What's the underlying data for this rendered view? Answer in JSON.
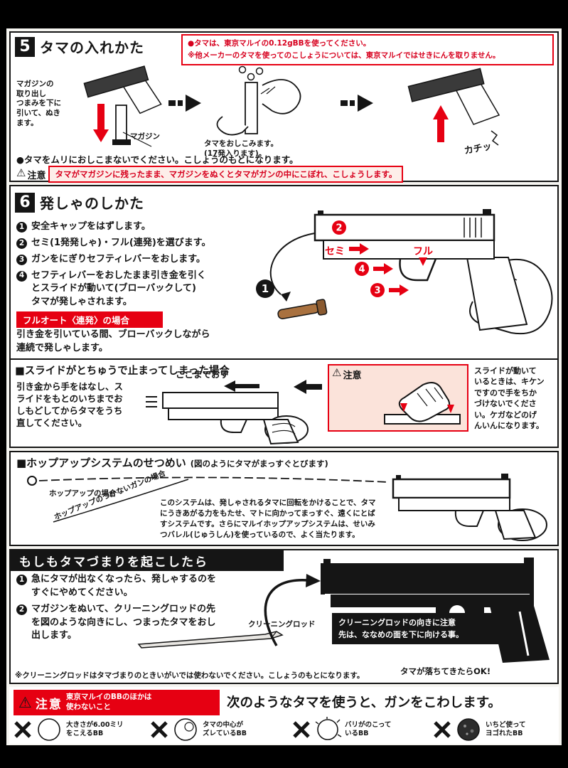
{
  "colors": {
    "accent_red": "#e60012",
    "ink": "#151515",
    "caution_pink": "#fbe3da"
  },
  "section5": {
    "number": "5",
    "title": "タマの入れかた",
    "warning": {
      "line1": "●タマは、東京マルイの0.12gBBを使ってください。",
      "line2": "※他メーカーのタマを使ってのこしょうについては、東京マルイではせきにんを取りません。"
    },
    "caption_pull": "マガジンの\n取り出し\nつまみを下に\n引いて、ぬき\nます。",
    "label_magazine": "マガジン",
    "caption_insert": "タマをおしこみます。\n(17発入ります)。",
    "sfx_click": "カチッ",
    "note": "●タマをムリにおしこまないでください。こしょうのもとになります。",
    "caution": {
      "label": "注意",
      "text": "タマがマガジンに残ったまま、マガジンをぬくとタマがガンの中にこぼれ、こしょうします。"
    }
  },
  "section6": {
    "number": "6",
    "title": "発しゃのしかた",
    "steps": [
      {
        "num": "1",
        "text": "安全キャップをはずします。"
      },
      {
        "num": "2",
        "text": "セミ(1発発しゃ)・フル(連発)を選びます。"
      },
      {
        "num": "3",
        "text": "ガンをにぎりセフティレバーをおします。"
      },
      {
        "num": "4",
        "text": "セフティレバーをおしたまま引き金を引く\nとスライドが動いて(ブローバックして)\nタマが発しゃされます。"
      }
    ],
    "label_semi": "セミ",
    "label_full": "フル",
    "fullauto_banner": "フルオート〈連発〉の場合",
    "fullauto_text": "引き金を引いている間、ブローバックしながら\n連続で発しゃします。",
    "slide_stuck": {
      "title": "■スライドがとちゅうで止まってしまった場合",
      "body": "引き金から手をはなし、ス\nライドをもとのいちまでお\nしもどしてからタマをうち\n直してください。",
      "push_label": "ここまでおす",
      "caution_label": "注意",
      "caution_text": "スライドが動いて\nいるときは、キケン\nですので手をちか\nづけないでくださ\nい。ケガなどのげ\nんいんになります。"
    }
  },
  "hopup": {
    "title": "■ホップアップシステムのせつめい",
    "subtitle": "(図のようにタマがまっすぐとびます)",
    "label_hopup": "ホップアップの場合",
    "label_no_hopup": "ホップアップのつかないガンの場合",
    "body": "このシステムは、発しゃされるタマに回転をかけることで、タマ\nにうきあがる力をもたせ、マトに向かってまっすぐ、遠くにとば\nすシステムです。さらにマルイホップアップシステムは、せいみ\nつバレル(じゅうしん)を使っているので、よく当たります。"
  },
  "jam": {
    "banner": "もしもタマづまりを起こしたら",
    "steps": [
      {
        "num": "1",
        "text": "急にタマが出なくなったら、発しゃするのを\nすぐにやめてください。"
      },
      {
        "num": "2",
        "text": "マガジンをぬいて、クリーニングロッドの先\nを図のような向きにし、つまったタマをおし\n出します。"
      }
    ],
    "label_rod": "クリーニングロッド",
    "rod_note": "クリーニングロッドの向きに注意\n先は、ななめの面を下に向ける事。",
    "label_ok": "タマが落ちてきたらOK!",
    "footnote": "※クリーニングロッドはタマづまりのときいがいでは使わないでください。こしょうのもとになります。"
  },
  "warning_footer": {
    "caution_label": "注意",
    "caution_text": "東京マルイのBBのほかは\n使わないこと",
    "headline": "次のようなタマを使うと、ガンをこわします。",
    "bad_bbs": [
      {
        "label": "大きさが6.00ミリ\nをこえるBB"
      },
      {
        "label": "タマの中心が\nズレているBB"
      },
      {
        "label": "バリがのこって\nいるBB"
      },
      {
        "label": "いちど使って\nヨゴれたBB"
      }
    ]
  }
}
